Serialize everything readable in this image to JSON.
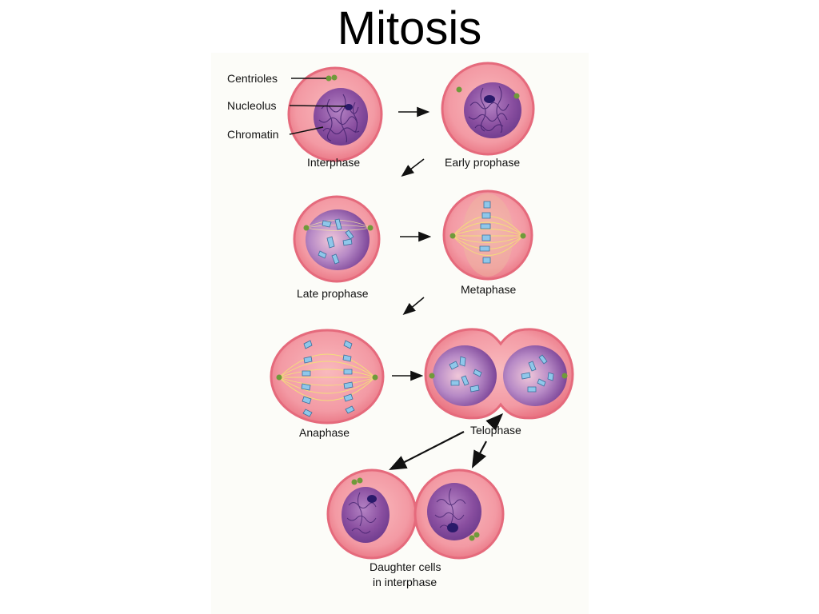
{
  "title": "Mitosis",
  "labels": {
    "centrioles": "Centrioles",
    "nucleolus": "Nucleolus",
    "chromatin": "Chromatin"
  },
  "stages": {
    "interphase": "Interphase",
    "early_prophase": "Early prophase",
    "late_prophase": "Late prophase",
    "metaphase": "Metaphase",
    "anaphase": "Anaphase",
    "telophase": "Telophase",
    "daughter_line1": "Daughter cells",
    "daughter_line2": "in interphase"
  },
  "colors": {
    "membrane": "#f07f8e",
    "cytoplasm": "#f6a0a8",
    "nucleus": "#8a4fa0",
    "nucleus_core": "#5c2d86",
    "chromosome": "#8fc7ea",
    "centriole": "#6f9a3a",
    "spindle": "#f3df7a"
  }
}
